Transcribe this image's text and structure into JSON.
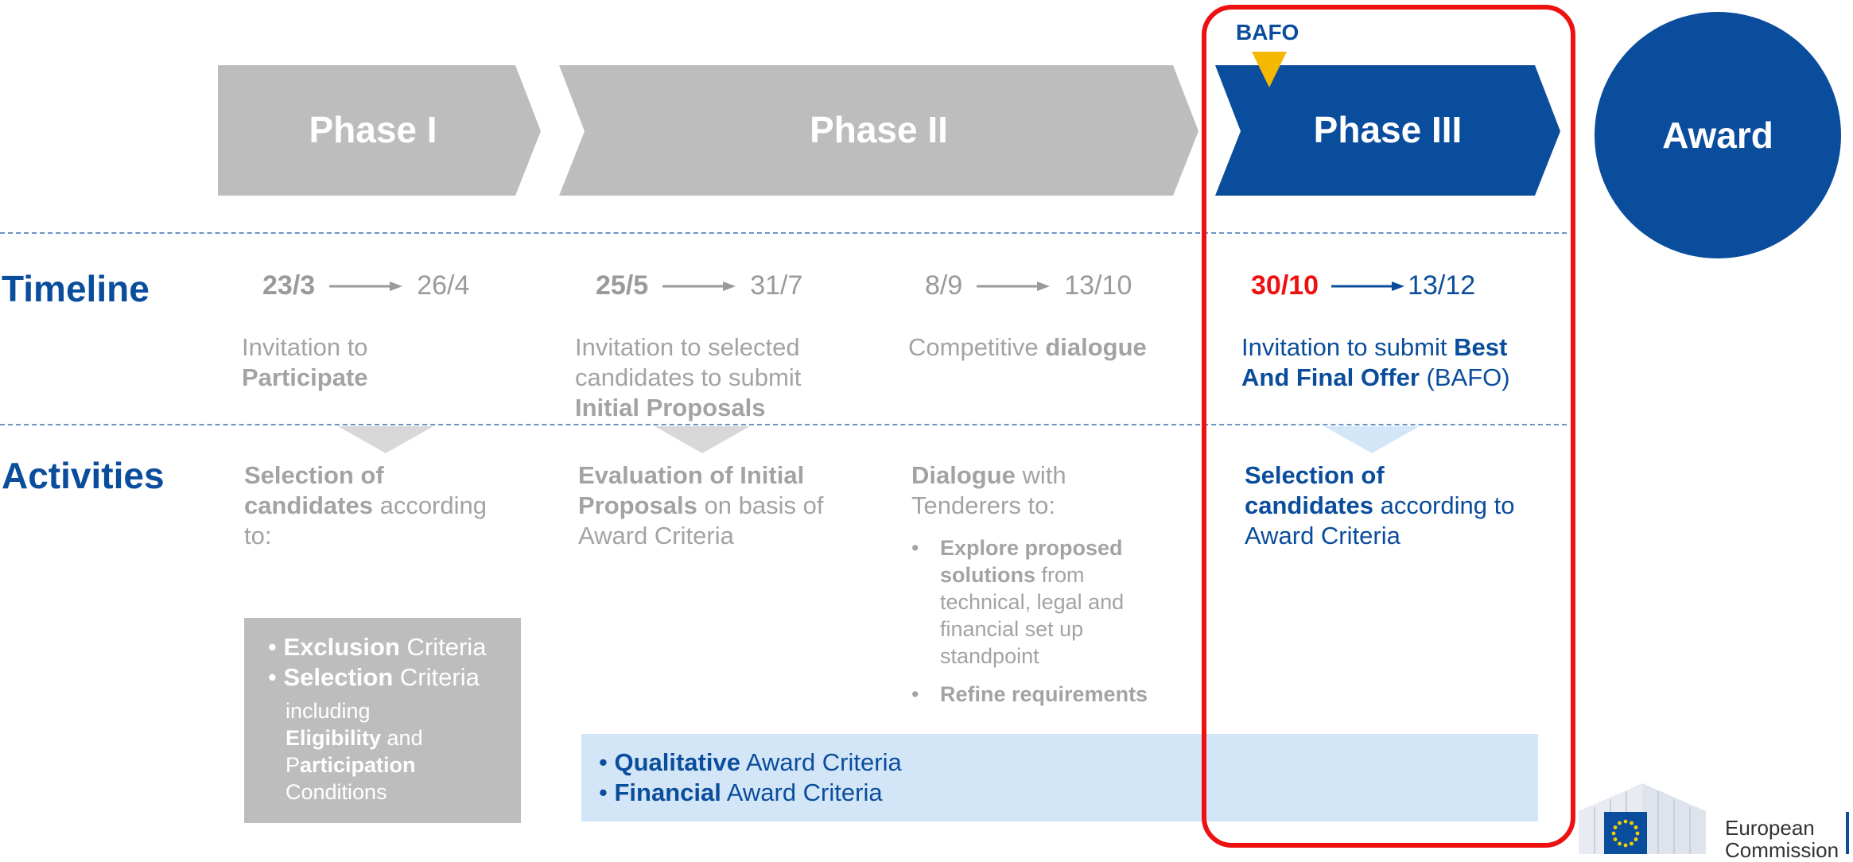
{
  "phases": {
    "phase1": "Phase I",
    "phase2": "Phase II",
    "phase3": "Phase III",
    "award": "Award",
    "bafo": "BAFO"
  },
  "row_labels": {
    "timeline": "Timeline",
    "activities": "Activities"
  },
  "timeline": [
    {
      "from": "23/3",
      "to": "26/4",
      "desc_plain": "Invitation to",
      "desc_bold": "Participate"
    },
    {
      "from": "25/5",
      "to": "31/7",
      "desc_plain": "Invitation to selected candidates to submit",
      "desc_bold": "Initial Proposals"
    },
    {
      "from": "8/9",
      "to": "13/10",
      "desc_plain": "Competitive",
      "desc_bold": "dialogue"
    },
    {
      "from": "30/10",
      "to": "13/12",
      "desc_plain": "Invitation to submit",
      "desc_bold": "Best And Final Offer",
      "desc_tail": "(BAFO)"
    }
  ],
  "activities": {
    "col1": {
      "bold": "Selection of candidates",
      "plain": "according to:"
    },
    "col2": {
      "bold": "Evaluation of Initial Proposals",
      "plain": "on basis of Award Criteria"
    },
    "col3": {
      "bold": "Dialogue",
      "plain": "with Tenderers to:",
      "bullets": [
        {
          "bold": "Explore proposed solutions",
          "plain": "from technical, legal and financial set up standpoint"
        },
        {
          "bold": "Refine requirements",
          "plain": ""
        }
      ]
    },
    "col4": {
      "bold": "Selection of candidates",
      "plain": "according to Award Criteria"
    }
  },
  "criteria_box": {
    "item1_bold": "Exclusion",
    "item1_plain": "Criteria",
    "item2_bold": "Selection",
    "item2_plain": "Criteria",
    "sub1": "including",
    "sub2_bold": "Eligibility",
    "sub2_plain": "and",
    "sub3_prefix": "P",
    "sub3_bold": "articipation",
    "sub4": "Conditions"
  },
  "award_box": {
    "item1_bold": "Qualitative",
    "item1_plain": "Award Criteria",
    "item2_bold": "Financial",
    "item2_plain": "Award Criteria"
  },
  "logo": {
    "line1": "European",
    "line2": "Commission"
  },
  "colors": {
    "brand_blue": "#0a4d9c",
    "grey": "#bdbdbd",
    "highlight_red": "#ee1111",
    "bafo_yellow": "#f5b800",
    "light_blue": "#d3e6f7"
  }
}
